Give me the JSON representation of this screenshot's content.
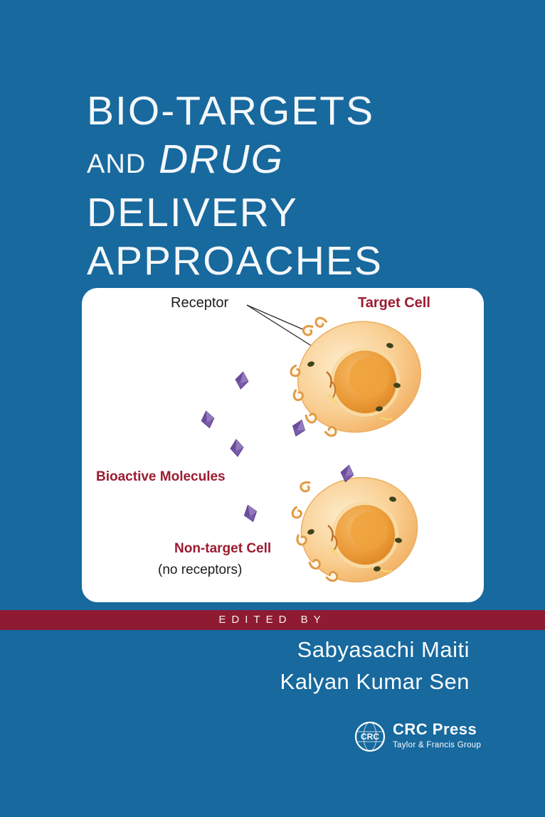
{
  "cover": {
    "title": {
      "line1": "BIO-TARGETS",
      "and": "AND",
      "drug": "DRUG",
      "line3": "DELIVERY",
      "line4": "APPROACHES"
    },
    "diagram": {
      "receptor": "Receptor",
      "target_cell": "Target Cell",
      "bioactive": "Bioactive Molecules",
      "non_target": "Non-target Cell",
      "no_receptors": "(no receptors)"
    },
    "edited_by": "EDITED BY",
    "authors": [
      "Sabyasachi Maiti",
      "Kalyan Kumar Sen"
    ],
    "publisher": {
      "logo_letters": "CRC",
      "name": "CRC Press",
      "tagline": "Taylor & Francis Group"
    },
    "colors": {
      "background_blue": "#17699e",
      "band_red": "#8e1b31",
      "label_red": "#9c1b30",
      "molecule_purple": "#7b5aac",
      "cell_orange": "#f2a958"
    }
  }
}
